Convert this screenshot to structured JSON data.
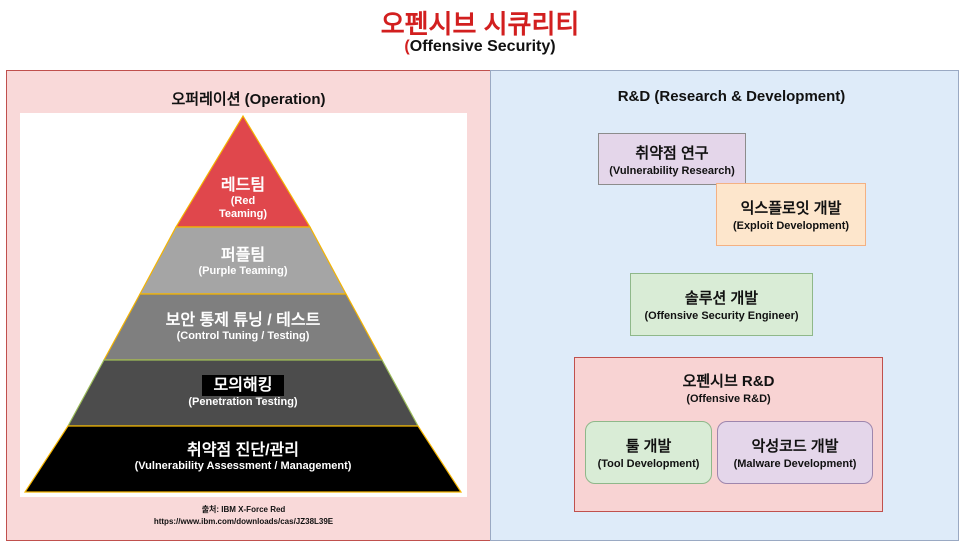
{
  "header": {
    "title": "오펜시브 시큐리티",
    "subtitle_open": "(",
    "subtitle_rest": "Offensive Security)"
  },
  "operation": {
    "title": "오퍼레이션 (Operation)",
    "levels": [
      {
        "main": "레드팀",
        "sub1": "(Red",
        "sub2": "Teaming)",
        "color": "#e0474c"
      },
      {
        "main": "퍼플팀",
        "sub1": "(Purple Teaming)",
        "color": "#a5a5a5"
      },
      {
        "main": "보안 통제 튜닝 / 테스트",
        "sub1": "(Control Tuning / Testing)",
        "color": "#7f7f7f"
      },
      {
        "main": "모의해킹",
        "sub1": "(Penetration Testing)",
        "color": "#4c4c4c"
      },
      {
        "main": "취약점 진단/관리",
        "sub1": "(Vulnerability Assessment / Management)",
        "color": "#000000"
      }
    ],
    "outline_color": "#f4b400",
    "source_line1": "출처: IBM X-Force Red",
    "source_line2": "https://www.ibm.com/downloads/cas/JZ38L39E"
  },
  "rnd": {
    "title": "R&D (Research & Development)",
    "vuln_research": {
      "main": "취약점 연구",
      "sub": "(Vulnerability Research)",
      "color": "#e4d6ea"
    },
    "exploit_dev": {
      "main": "익스플로잇 개발",
      "sub": "(Exploit Development)",
      "color": "#fde6cc"
    },
    "solution_dev": {
      "main": "솔루션 개발",
      "sub": "(Offensive Security Engineer)",
      "color": "#d9ecd6"
    },
    "offensive_rnd": {
      "main": "오펜시브 R&D",
      "sub": "(Offensive R&D)",
      "color": "#f8d3d3",
      "tool_dev": {
        "main": "툴 개발",
        "sub": "(Tool Development)",
        "color": "#d9ecd6"
      },
      "malware_dev": {
        "main": "악성코드 개발",
        "sub": "(Malware Development)",
        "color": "#e4d6ea"
      }
    }
  }
}
